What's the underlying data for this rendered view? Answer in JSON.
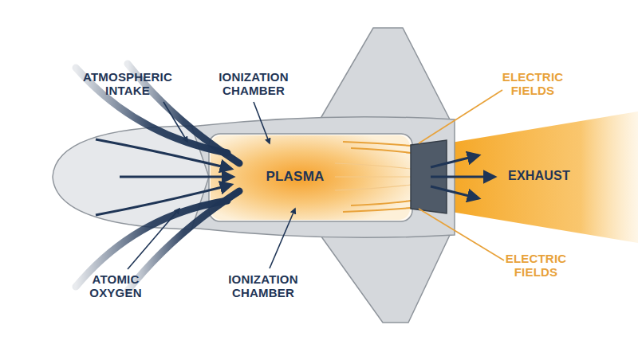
{
  "diagram": {
    "labels": [
      "ATMOSPHERIC INTAKE",
      "IONIZATION CHAMBER",
      "ELECTRIC FIELDS",
      "PLASMA",
      "EXHAUST",
      "ATOMIC OXYGEN",
      "IONIZATION CHAMBER",
      "ELECTRIC FIELDS"
    ]
  }
}
